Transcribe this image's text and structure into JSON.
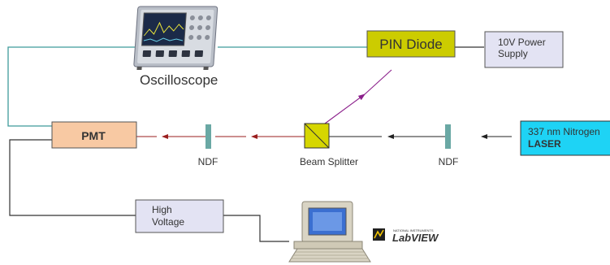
{
  "diagram": {
    "components": {
      "oscilloscope": "Oscilloscope",
      "pin_diode": "PIN Diode",
      "power_supply_line1": "10V Power",
      "power_supply_line2": "Supply",
      "pmt": "PMT",
      "ndf_left": "NDF",
      "beam_splitter": "Beam Splitter",
      "ndf_right": "NDF",
      "laser_line1": "337 nm Nitrogen",
      "laser_line2": "LASER",
      "high_voltage_line1": "High",
      "high_voltage_line2": "Voltage",
      "labview_small": "NATIONAL INSTRUMENTS",
      "labview": "LabVIEW"
    },
    "colors": {
      "teal_wire": "#3f9a9a",
      "black_wire": "#333333",
      "beam_red": "#9a1f1f",
      "beam_purple": "#8b1f8b",
      "pin_fill": "#cccc00",
      "pmt_fill": "#f8c9a3",
      "laser_fill": "#1ed3f5",
      "box_fill": "#e3e3f3",
      "splitter_fill": "#d6d600",
      "ndf_fill": "#6aa8a4"
    }
  }
}
